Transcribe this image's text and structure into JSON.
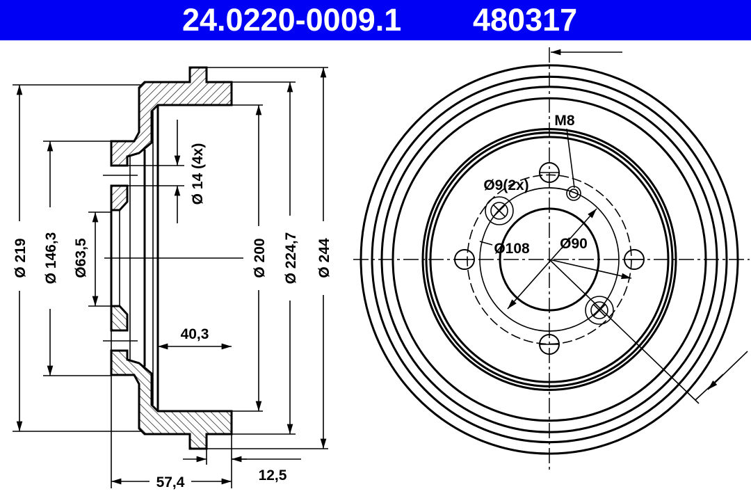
{
  "header": {
    "part_number": "24.0220-0009.1",
    "reference_number": "480317",
    "background_color": "#0000f5",
    "text_color": "#ffffff"
  },
  "side_view": {
    "dim_outer_flange_dia": "Ø 219",
    "dim_hub_dia": "Ø 146,3",
    "dim_bore_dia": "Ø63,5",
    "dim_hole_dia": "Ø 14 (4x)",
    "dim_braking_dia": "Ø 200",
    "dim_rim_dia": "Ø 224,7",
    "dim_overall_dia": "Ø 244",
    "dim_braking_width": "40,3",
    "dim_flange_offset": "12,5",
    "dim_overall_height": "57,4"
  },
  "front_view": {
    "thread_label": "M8",
    "small_hole_label": "Ø9(2x)",
    "bolt_circle_label": "Ø108",
    "centre_bore_label": "Ø90"
  }
}
